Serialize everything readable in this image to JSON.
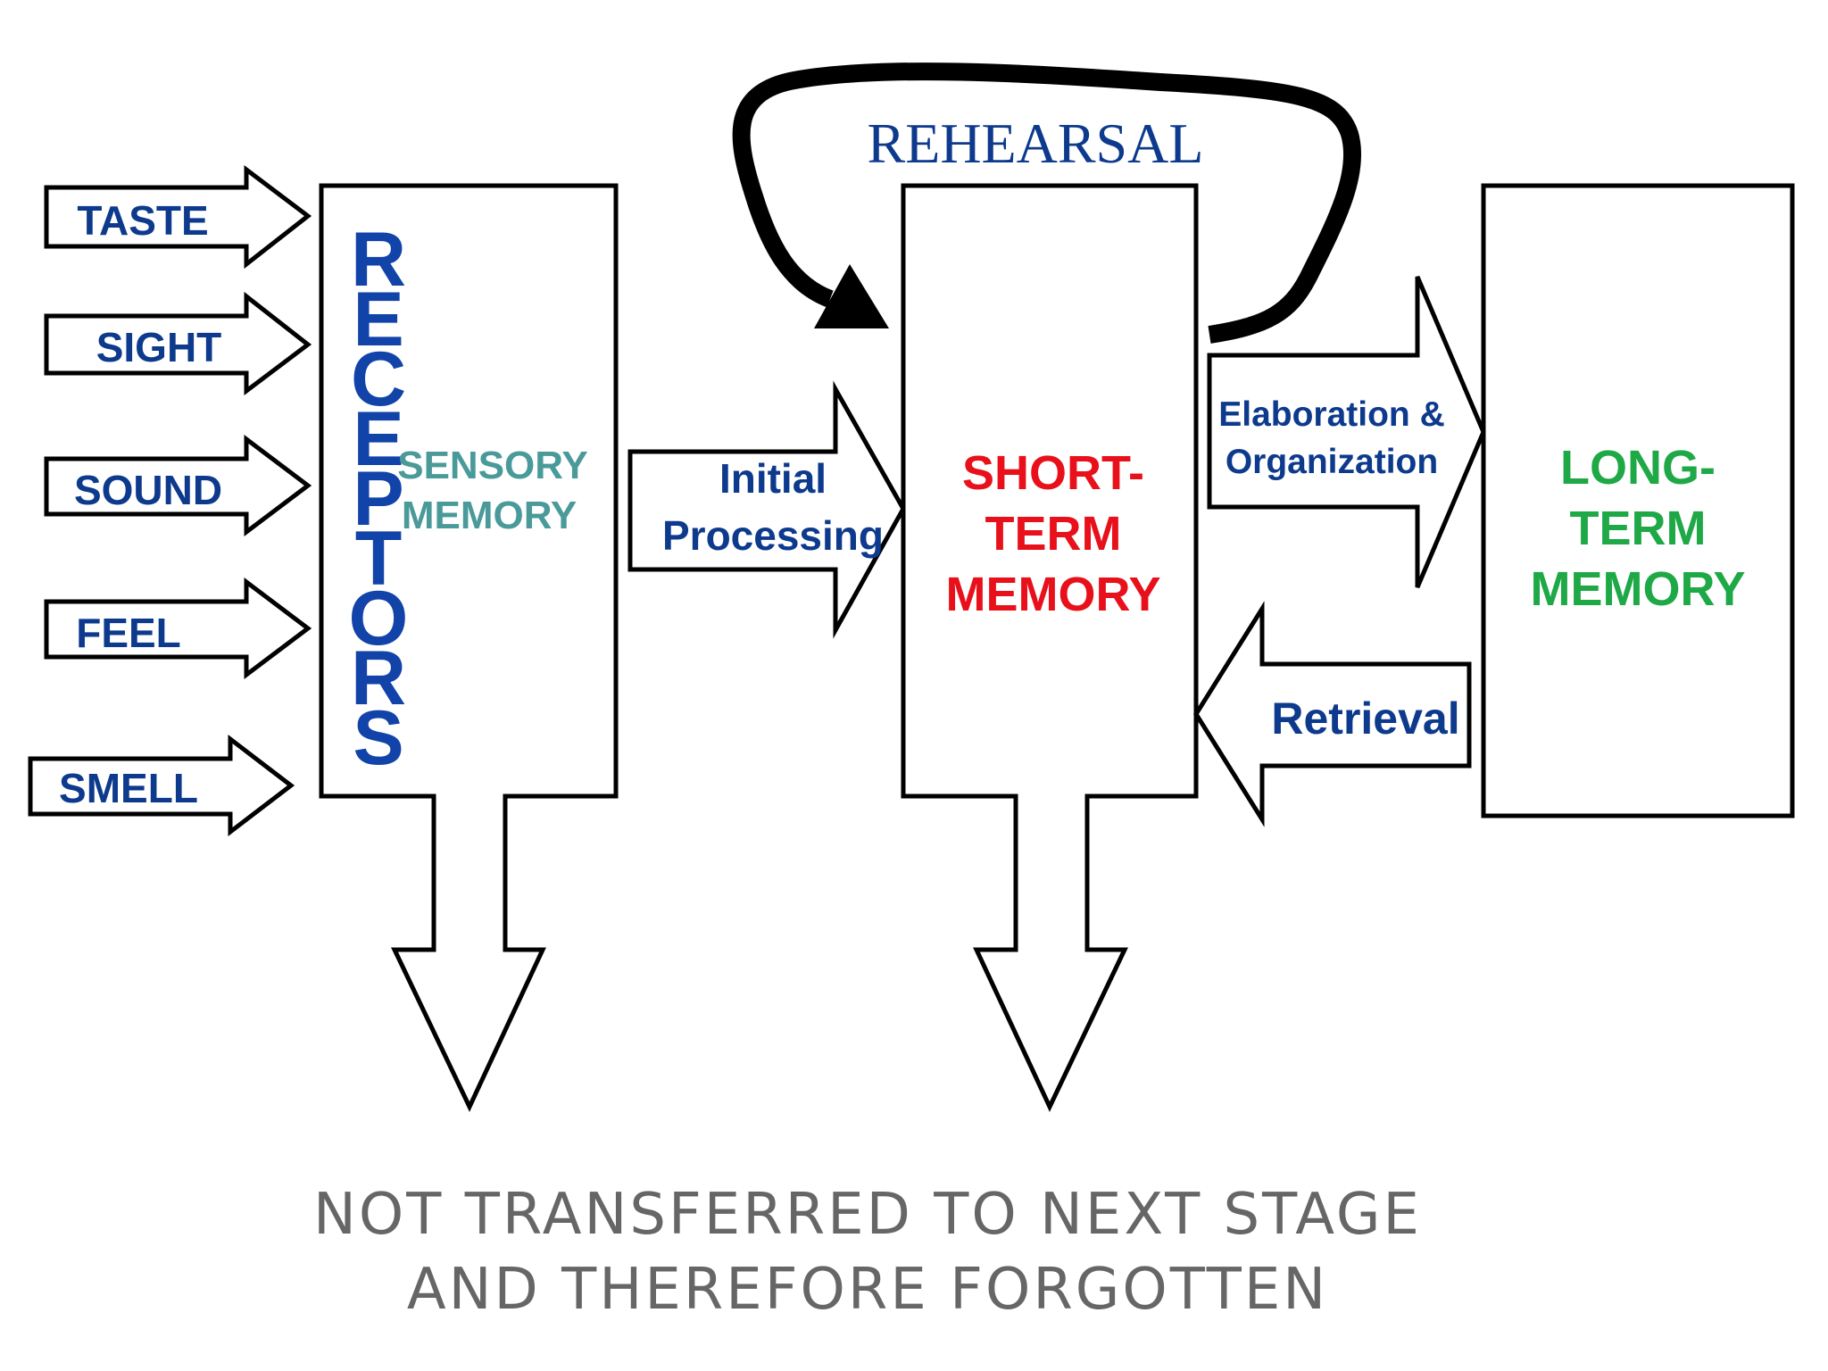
{
  "inputs": [
    "TASTE",
    "SIGHT",
    "SOUND",
    "FEEL",
    "SMELL"
  ],
  "receptors": "RECEPTORS",
  "sensory_memory": {
    "line1": "SENSORY",
    "line2": "MEMORY"
  },
  "initial_processing": {
    "line1": "Initial",
    "line2": "Processing"
  },
  "rehearsal": "REHEARSAL",
  "short_term_memory": {
    "line1": "SHORT-",
    "line2": "TERM",
    "line3": "MEMORY"
  },
  "elaboration": {
    "line1": "Elaboration &",
    "line2": "Organization"
  },
  "retrieval": "Retrieval",
  "long_term_memory": {
    "line1": "LONG-",
    "line2": "TERM",
    "line3": "MEMORY"
  },
  "footer": {
    "line1": "NOT TRANSFERRED TO NEXT STAGE",
    "line2": "AND THEREFORE FORGOTTEN"
  },
  "colors": {
    "blue": "#0d3a8c",
    "receptor_blue": "#1143a8",
    "teal": "#4a9a9a",
    "red": "#e8101a",
    "green": "#1ea846",
    "footer_gray": "#666666",
    "stroke": "#000000"
  }
}
